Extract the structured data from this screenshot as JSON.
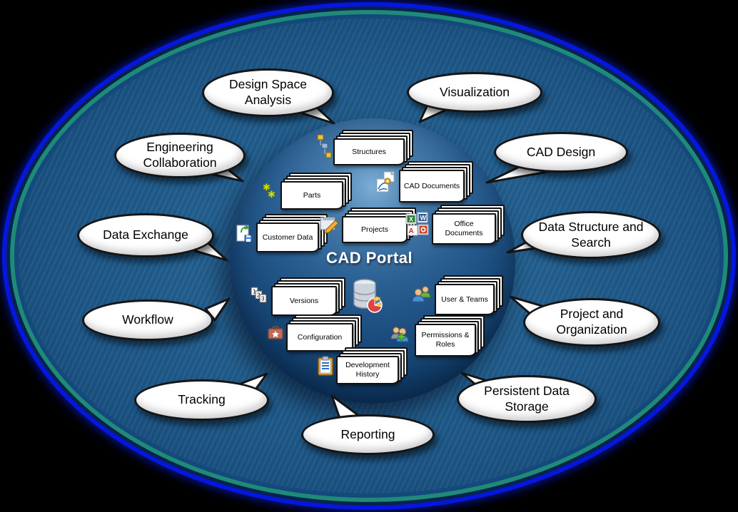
{
  "title": "CAD Portal",
  "colors": {
    "background": "#000000",
    "field_blue": "#1e5a8a",
    "ring_bright_blue": "#0517dd",
    "ring_teal": "#1f8a78",
    "ring_navy": "#07224e",
    "sphere_highlight": "#7caed6",
    "sphere_dark": "#0b3158",
    "bubble_fill": "#ffffff",
    "bubble_border": "#151515",
    "bubble_text": "#000000",
    "title_text": "#ffffff"
  },
  "bubbles": [
    {
      "label": "Design Space Analysis"
    },
    {
      "label": "Visualization"
    },
    {
      "label": "Engineering Collaboration"
    },
    {
      "label": "CAD Design"
    },
    {
      "label": "Data Exchange"
    },
    {
      "label": "Data Structure and Search"
    },
    {
      "label": "Workflow"
    },
    {
      "label": "Project and Organization"
    },
    {
      "label": "Tracking"
    },
    {
      "label": "Reporting"
    },
    {
      "label": "Persistent Data Storage"
    }
  ],
  "center": {
    "title": "CAD Portal",
    "database_icon": "database-piechart-icon",
    "items": [
      {
        "label": "Structures",
        "icon": "assembly-tree-icon"
      },
      {
        "label": "Parts",
        "icon": "gears-icon"
      },
      {
        "label": "CAD Documents",
        "icon": "cad-drawing-icon"
      },
      {
        "label": "Customer Data",
        "icon": "document-export-icon"
      },
      {
        "label": "Projects",
        "icon": "window-edit-icon"
      },
      {
        "label": "Office Documents",
        "icon": "office-files-icon"
      },
      {
        "label": "Versions",
        "icon": "numbered-pages-icon"
      },
      {
        "label": "User & Teams",
        "icon": "users-icon"
      },
      {
        "label": "Configuration",
        "icon": "toolbox-icon"
      },
      {
        "label": "Permissions & Roles",
        "icon": "users-add-icon"
      },
      {
        "label": "Development History",
        "icon": "clipboard-icon"
      }
    ]
  }
}
